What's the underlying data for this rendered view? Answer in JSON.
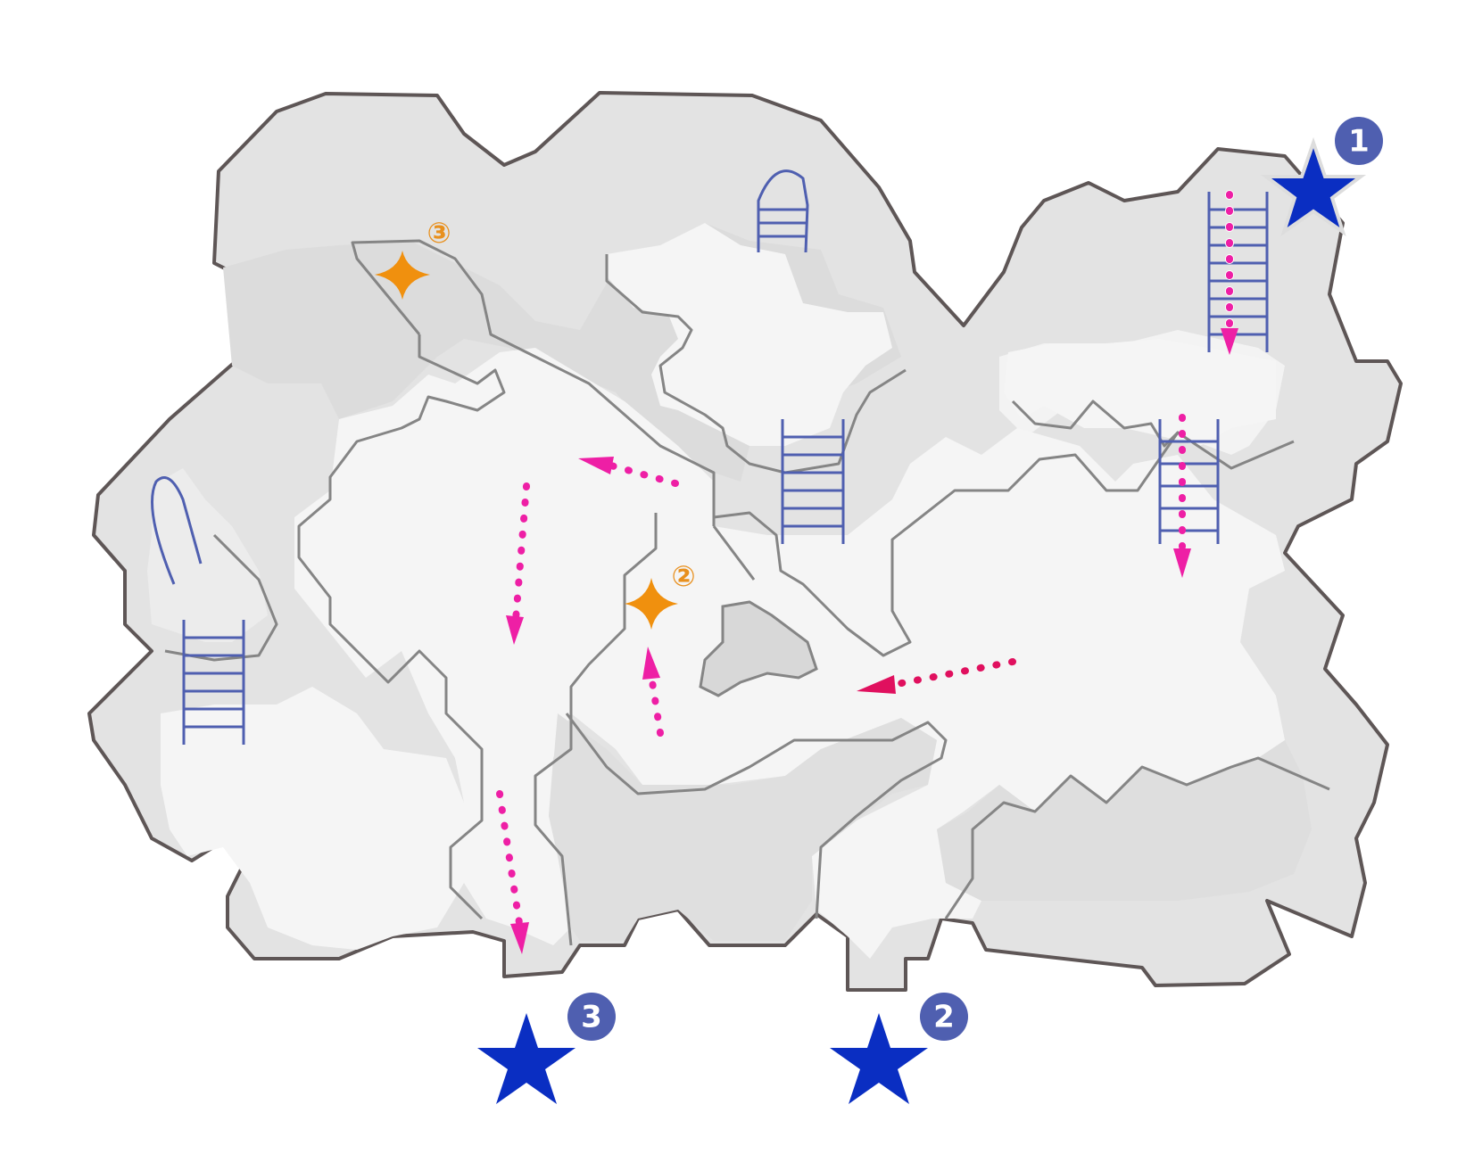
{
  "colors": {
    "outline": "#5e5656",
    "cave_dark": "#dcdcdc",
    "cave_mid": "#e6e6e6",
    "cave_light": "#f5f5f5",
    "wall_line": "#858585",
    "ladder": "#4f5fb0",
    "arrow": "#ee1fa5",
    "arrow_alt": "#e0105e",
    "exit_star": "#0a2ec2",
    "exit_badge": "#4f5fb0",
    "sparkle": "#f0900e"
  },
  "exits": [
    {
      "id": "exit-1",
      "label": "1",
      "icon": "star-icon"
    },
    {
      "id": "exit-2",
      "label": "2",
      "icon": "star-icon"
    },
    {
      "id": "exit-3",
      "label": "3",
      "icon": "star-icon"
    }
  ],
  "items": [
    {
      "id": "item-2",
      "label": "②",
      "icon": "sparkle-icon"
    },
    {
      "id": "item-3",
      "label": "③",
      "icon": "sparkle-icon"
    }
  ]
}
